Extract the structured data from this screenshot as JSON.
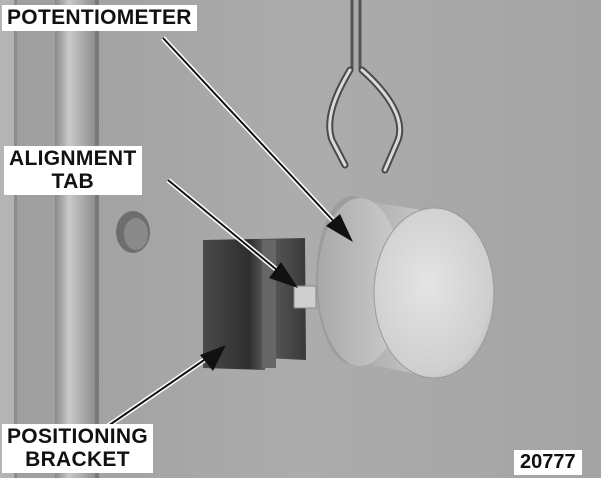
{
  "labels": {
    "potentiometer": "POTENTIOMETER",
    "alignment_tab_line1": "ALIGNMENT",
    "alignment_tab_line2": "TAB",
    "positioning_bracket_line1": "POSITIONING",
    "positioning_bracket_line2": "BRACKET"
  },
  "figure_number": "20777",
  "colors": {
    "wall": "#a8a8a8",
    "knob": "#d6d6d6",
    "bracket": "#3c3c3c",
    "label_background": "#ffffff",
    "text": "#111111"
  }
}
